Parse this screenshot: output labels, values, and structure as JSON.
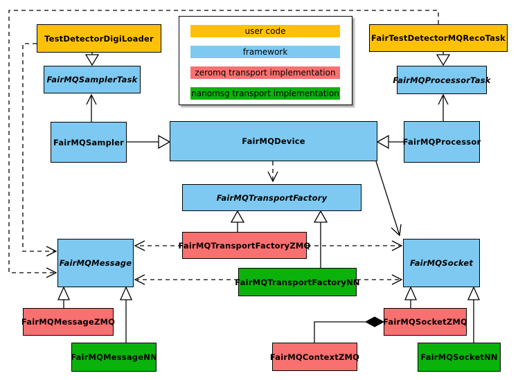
{
  "legend": {
    "items": [
      {
        "label": "user code",
        "color": "#FFC107"
      },
      {
        "label": "framework",
        "color": "#7EC9F1"
      },
      {
        "label": "zeromq transport implementation",
        "color": "#F97070"
      },
      {
        "label": "nanomsg transport implementation",
        "color": "#0CB20C"
      }
    ]
  },
  "colors": {
    "user_code": "#FFC107",
    "framework": "#7EC9F1",
    "zeromq": "#F97070",
    "nanomsg": "#0CB20C",
    "border": "#000000",
    "background": "#FFFFFF"
  },
  "nodes": {
    "test_detector_digi_loader": {
      "label": "TestDetectorDigiLoader"
    },
    "fair_test_detector_mq_reco_task": {
      "label": "FairTestDetectorMQRecoTask"
    },
    "fair_mq_sampler_task": {
      "label": "FairMQSamplerTask"
    },
    "fair_mq_processor_task": {
      "label": "FairMQProcessorTask"
    },
    "fair_mq_sampler": {
      "label": "FairMQSampler"
    },
    "fair_mq_device": {
      "label": "FairMQDevice"
    },
    "fair_mq_processor": {
      "label": "FairMQProcessor"
    },
    "fair_mq_transport_factory": {
      "label": "FairMQTransportFactory"
    },
    "fair_mq_transport_factory_zmq": {
      "label": "FairMQTransportFactoryZMQ"
    },
    "fair_mq_transport_factory_nn": {
      "label": "FairMQTransportFactoryNN"
    },
    "fair_mq_message": {
      "label": "FairMQMessage"
    },
    "fair_mq_socket": {
      "label": "FairMQSocket"
    },
    "fair_mq_message_zmq": {
      "label": "FairMQMessageZMQ"
    },
    "fair_mq_message_nn": {
      "label": "FairMQMessageNN"
    },
    "fair_mq_context_zmq": {
      "label": "FairMQContextZMQ"
    },
    "fair_mq_socket_zmq": {
      "label": "FairMQSocketZMQ"
    },
    "fair_mq_socket_nn": {
      "label": "FairMQSocketNN"
    }
  },
  "edges": [
    {
      "from": "TestDetectorDigiLoader",
      "to": "FairMQSamplerTask",
      "relation": "inherits",
      "style": "solid-hollow-triangle"
    },
    {
      "from": "FairTestDetectorMQRecoTask",
      "to": "FairMQProcessorTask",
      "relation": "inherits",
      "style": "solid-hollow-triangle"
    },
    {
      "from": "FairMQSampler",
      "to": "FairMQDevice",
      "relation": "inherits",
      "style": "solid-hollow-triangle"
    },
    {
      "from": "FairMQProcessor",
      "to": "FairMQDevice",
      "relation": "inherits",
      "style": "solid-hollow-triangle"
    },
    {
      "from": "FairMQSampler",
      "to": "FairMQSamplerTask",
      "relation": "uses",
      "style": "solid-open-arrow"
    },
    {
      "from": "FairMQProcessor",
      "to": "FairMQProcessorTask",
      "relation": "uses",
      "style": "solid-open-arrow"
    },
    {
      "from": "FairMQDevice",
      "to": "FairMQSocket",
      "relation": "uses",
      "style": "solid-open-arrow"
    },
    {
      "from": "FairMQDevice",
      "to": "FairMQTransportFactory",
      "relation": "depends",
      "style": "dashed-open-arrow"
    },
    {
      "from": "FairMQTransportFactoryZMQ",
      "to": "FairMQTransportFactory",
      "relation": "inherits",
      "style": "solid-hollow-triangle"
    },
    {
      "from": "FairMQTransportFactoryNN",
      "to": "FairMQTransportFactory",
      "relation": "inherits",
      "style": "solid-hollow-triangle"
    },
    {
      "from": "FairMQTransportFactoryZMQ",
      "to": "FairMQMessage",
      "relation": "depends",
      "style": "dashed-open-arrow"
    },
    {
      "from": "FairMQTransportFactoryZMQ",
      "to": "FairMQSocket",
      "relation": "depends",
      "style": "dashed-open-arrow"
    },
    {
      "from": "FairMQTransportFactoryNN",
      "to": "FairMQMessage",
      "relation": "depends",
      "style": "dashed-open-arrow"
    },
    {
      "from": "FairMQTransportFactoryNN",
      "to": "FairMQSocket",
      "relation": "depends",
      "style": "dashed-open-arrow"
    },
    {
      "from": "TestDetectorDigiLoader",
      "to": "FairMQMessage",
      "relation": "depends",
      "style": "dashed-open-arrow"
    },
    {
      "from": "FairTestDetectorMQRecoTask",
      "to": "FairMQMessage",
      "relation": "depends",
      "style": "dashed-open-arrow"
    },
    {
      "from": "FairMQMessageZMQ",
      "to": "FairMQMessage",
      "relation": "inherits",
      "style": "solid-hollow-triangle"
    },
    {
      "from": "FairMQMessageNN",
      "to": "FairMQMessage",
      "relation": "inherits",
      "style": "solid-hollow-triangle"
    },
    {
      "from": "FairMQSocketZMQ",
      "to": "FairMQSocket",
      "relation": "inherits",
      "style": "solid-hollow-triangle"
    },
    {
      "from": "FairMQSocketNN",
      "to": "FairMQSocket",
      "relation": "inherits",
      "style": "solid-hollow-triangle"
    },
    {
      "from": "FairMQContextZMQ",
      "to": "FairMQSocketZMQ",
      "relation": "composition",
      "style": "solid-filled-diamond"
    }
  ]
}
